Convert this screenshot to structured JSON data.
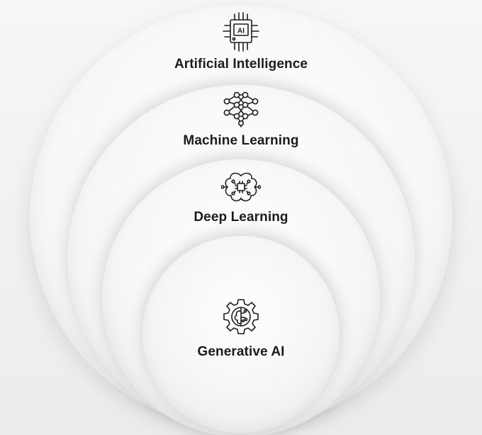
{
  "layers": [
    {
      "label": "Artificial Intelligence",
      "icon": "ai-chip-icon"
    },
    {
      "label": "Machine Learning",
      "icon": "neural-network-icon"
    },
    {
      "label": "Deep Learning",
      "icon": "brain-circuit-icon"
    },
    {
      "label": "Generative AI",
      "icon": "gear-brain-icon"
    }
  ],
  "ai_chip_text": "AI",
  "colors": {
    "background": "#f1f1f1",
    "circle": "#ffffff",
    "ink": "#1c1c1c"
  }
}
